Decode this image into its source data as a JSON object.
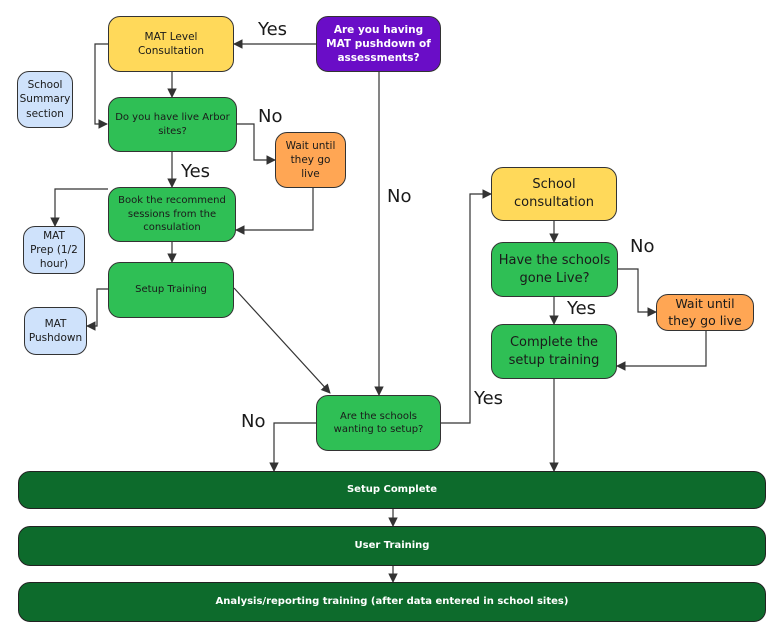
{
  "nodes": {
    "mat_pushdown_question": "Are you having MAT pushdown of assessments?",
    "mat_level_consultation": "MAT Level Consultation",
    "school_summary": "School Summary section",
    "live_arbor_question": "Do you have live Arbor sites?",
    "wait_go_live_1": "Wait until they go live",
    "book_sessions": "Book the recommend sessions from the consulation",
    "mat_prep": "MAT Prep (1/2 hour)",
    "setup_training": "Setup Training",
    "mat_pushdown": "MAT Pushdown",
    "schools_setup_question": "Are the schools wanting to setup?",
    "school_consultation": "School consultation",
    "schools_live_question": "Have the schools gone Live?",
    "wait_go_live_2": "Wait until they go live",
    "complete_setup_training": "Complete the setup training",
    "setup_complete": "Setup Complete",
    "user_training": "User Training",
    "analysis_training": "Analysis/reporting training (after data entered in school sites)"
  },
  "edge_labels": {
    "yes_1": "Yes",
    "no_1": "No",
    "yes_2": "Yes",
    "no_2": "No",
    "no_3": "No",
    "yes_3": "Yes",
    "no_4": "No",
    "yes_4": "Yes"
  },
  "colors": {
    "purple": "#6a0dc7",
    "yellow": "#ffd95a",
    "green": "#2fbf55",
    "orange": "#ffa654",
    "blue": "#cfe2fb",
    "dark_green": "#0d6b2c"
  }
}
